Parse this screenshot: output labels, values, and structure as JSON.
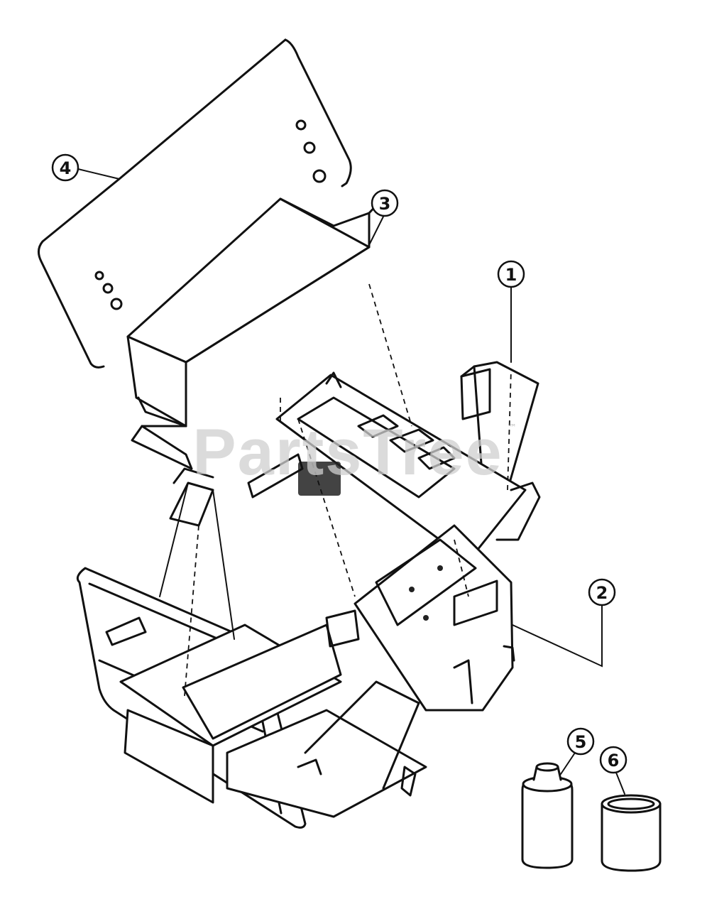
{
  "watermark": {
    "text": "PartsTree",
    "trademark": "™"
  },
  "callouts": [
    {
      "id": "callout-1",
      "label": "1"
    },
    {
      "id": "callout-2",
      "label": "2"
    },
    {
      "id": "callout-3",
      "label": "3"
    },
    {
      "id": "callout-4",
      "label": "4"
    },
    {
      "id": "callout-5",
      "label": "5"
    },
    {
      "id": "callout-6",
      "label": "6"
    }
  ]
}
